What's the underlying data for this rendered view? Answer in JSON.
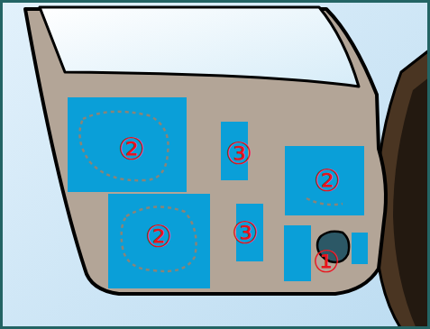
{
  "diagram": {
    "labels": [
      "②",
      "③",
      "②",
      "②",
      "③",
      "①"
    ]
  }
}
